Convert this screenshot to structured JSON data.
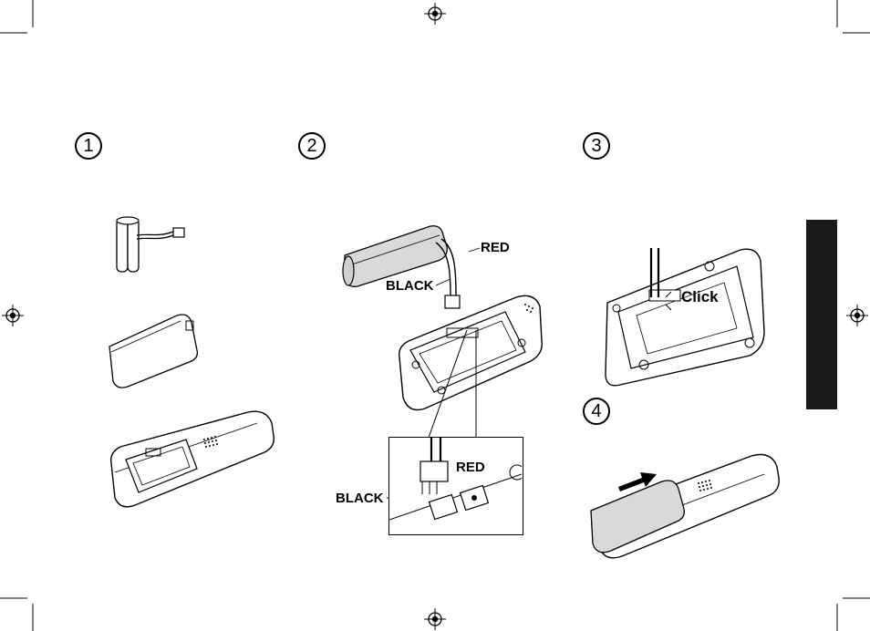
{
  "steps": [
    {
      "number": "1"
    },
    {
      "number": "2"
    },
    {
      "number": "3"
    },
    {
      "number": "4"
    }
  ],
  "labels": {
    "red_top": "RED",
    "black_top": "BLACK",
    "red_inset": "RED",
    "black_inset": "BLACK",
    "click": "Click"
  },
  "icons": [
    "registration-mark-icon",
    "crop-mark-icon",
    "battery-pack-icon",
    "battery-cover-icon",
    "handset-icon",
    "insert-arrow-icon"
  ],
  "colors": {
    "ink": "#000000",
    "side_tab": "#1a1a1a",
    "battery_fill": "#d9d9d9"
  }
}
